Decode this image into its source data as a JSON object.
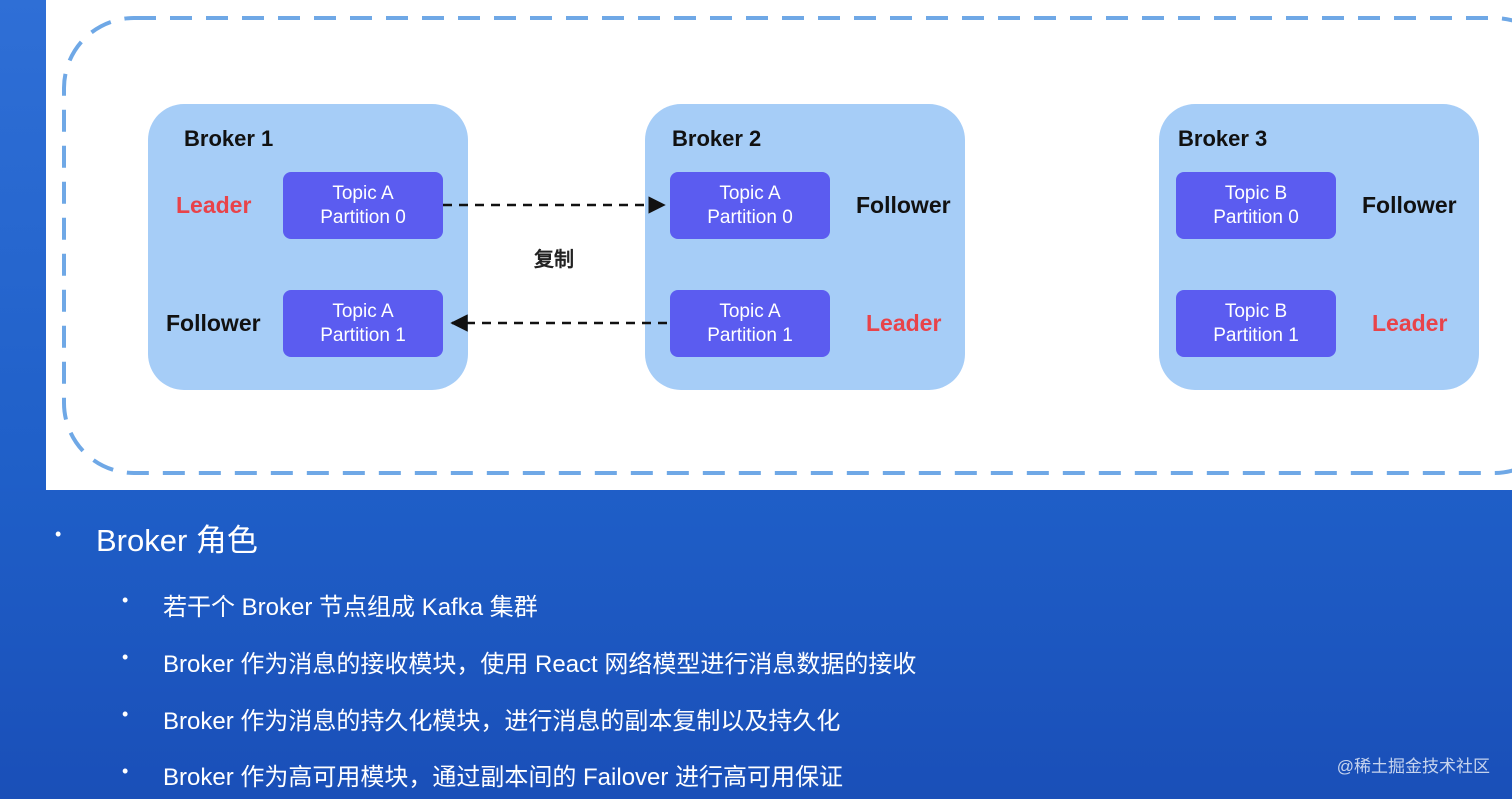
{
  "diagram": {
    "brokers": [
      {
        "title": "Broker 1",
        "partitions": [
          {
            "line1": "Topic A",
            "line2": "Partition 0",
            "role": "Leader"
          },
          {
            "line1": "Topic A",
            "line2": "Partition 1",
            "role": "Follower"
          }
        ]
      },
      {
        "title": "Broker 2",
        "partitions": [
          {
            "line1": "Topic A",
            "line2": "Partition 0",
            "role": "Follower"
          },
          {
            "line1": "Topic A",
            "line2": "Partition 1",
            "role": "Leader"
          }
        ]
      },
      {
        "title": "Broker 3",
        "partitions": [
          {
            "line1": "Topic B",
            "line2": "Partition 0",
            "role": "Follower"
          },
          {
            "line1": "Topic B",
            "line2": "Partition 1",
            "role": "Leader"
          }
        ]
      }
    ],
    "copy_label": "复制",
    "colors": {
      "broker_fill": "#a6cdf7",
      "partition_fill": "#5b5cf0",
      "leader_text": "#e8434a",
      "frame_dash": "#6fa8e6"
    }
  },
  "bullets": {
    "heading": "Broker 角色",
    "items": [
      "若干个 Broker 节点组成 Kafka 集群",
      "Broker 作为消息的接收模块，使用 React 网络模型进行消息数据的接收",
      "Broker 作为消息的持久化模块，进行消息的副本复制以及持久化",
      "Broker 作为高可用模块，通过副本间的 Failover 进行高可用保证"
    ]
  },
  "watermark": "@稀土掘金技术社区"
}
